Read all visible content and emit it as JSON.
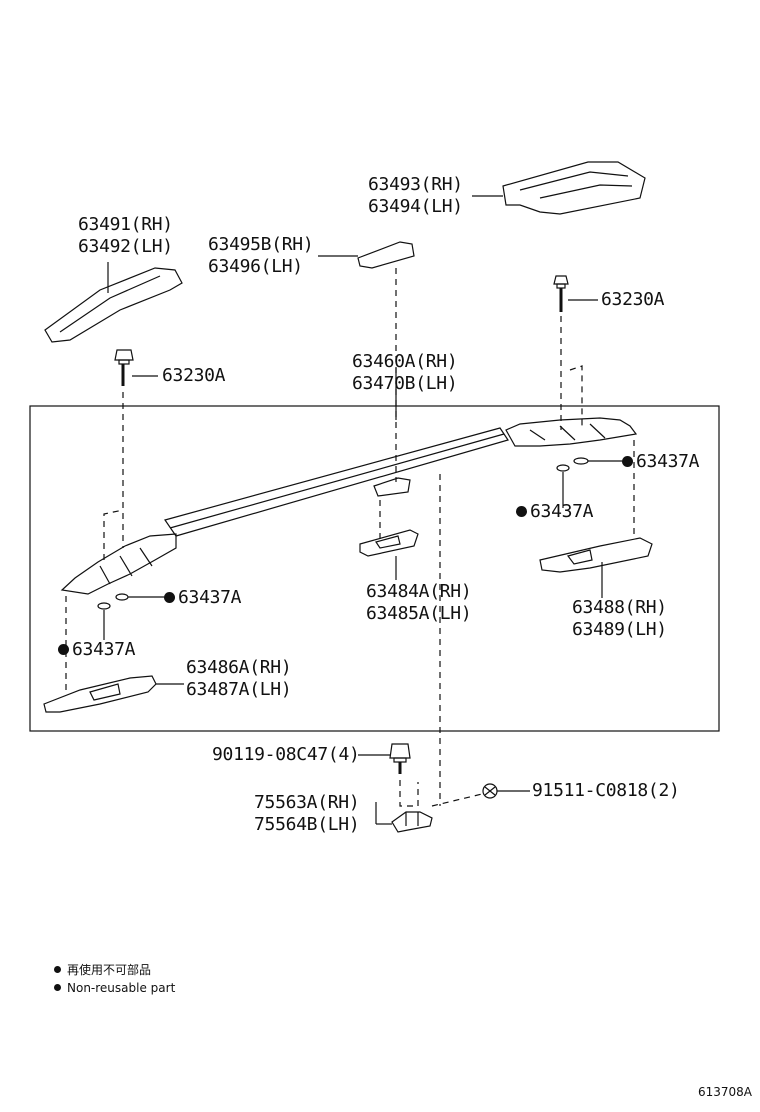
{
  "parts": {
    "p63493": [
      "63493(RH)",
      "63494(LH)"
    ],
    "p63491": [
      "63491(RH)",
      "63492(LH)"
    ],
    "p63495": [
      "63495B(RH)",
      "63496(LH)"
    ],
    "p63230_right": "63230A",
    "p63230_left": "63230A",
    "p63460": [
      "63460A(RH)",
      "63470B(LH)"
    ],
    "p63437_r1": "63437A",
    "p63437_r2": "63437A",
    "p63437_l1": "63437A",
    "p63437_l2": "63437A",
    "p63484": [
      "63484A(RH)",
      "63485A(LH)"
    ],
    "p63488": [
      "63488(RH)",
      "63489(LH)"
    ],
    "p63486": [
      "63486A(RH)",
      "63487A(LH)"
    ],
    "p90119": "90119-08C47(4)",
    "p91511": "91511-C0818(2)",
    "p75563": [
      "75563A(RH)",
      "75564B(LH)"
    ]
  },
  "legend": {
    "line_zh": "再使用不可部品",
    "line_en": "Non-reusable part"
  },
  "diagram_code": "613708A"
}
